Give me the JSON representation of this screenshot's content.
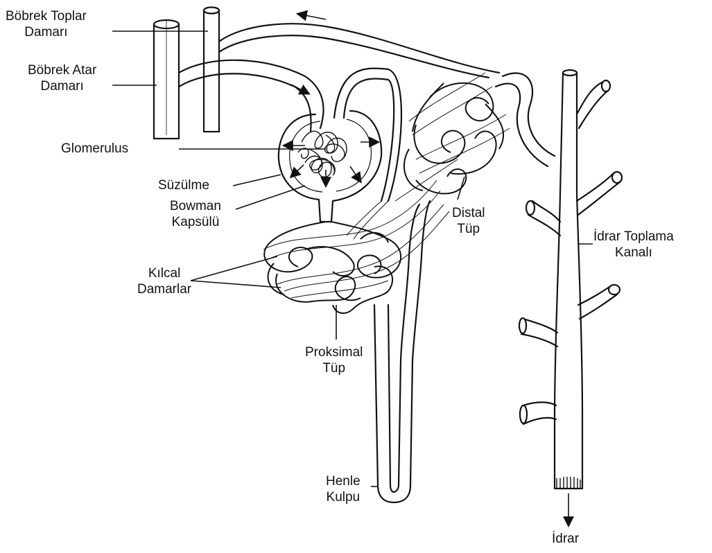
{
  "labels": {
    "renal_vein": [
      "Böbrek Toplar",
      "Damarı"
    ],
    "renal_artery": [
      "Böbrek Atar",
      "Damarı"
    ],
    "glomerulus": "Glomerulus",
    "filtration": "Süzülme",
    "bowman_capsule": [
      "Bowman",
      "Kapsülü"
    ],
    "capillaries": [
      "Kılcal",
      "Damarlar"
    ],
    "proximal_tubule": [
      "Proksimal",
      "Tüp"
    ],
    "distal_tubule": [
      "Distal",
      "Tüp"
    ],
    "collecting_duct": [
      "İdrar Toplama",
      "Kanalı"
    ],
    "loop_of_henle": [
      "Henle",
      "Kulpu"
    ],
    "urine": "İdrar"
  }
}
